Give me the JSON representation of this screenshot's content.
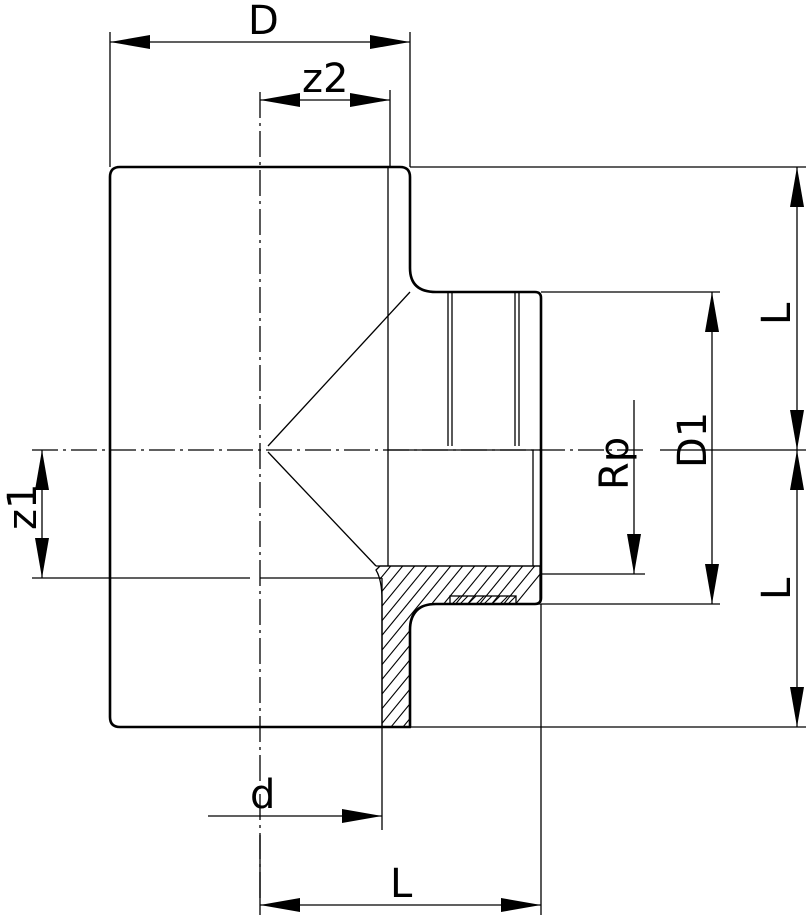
{
  "labels": {
    "D": "D",
    "z2": "z2",
    "z1": "z1",
    "D1": "D1",
    "Rp": "Rp",
    "L_right_upper": "L",
    "L_right_lower": "L",
    "L_bottom": "L",
    "d": "d"
  }
}
